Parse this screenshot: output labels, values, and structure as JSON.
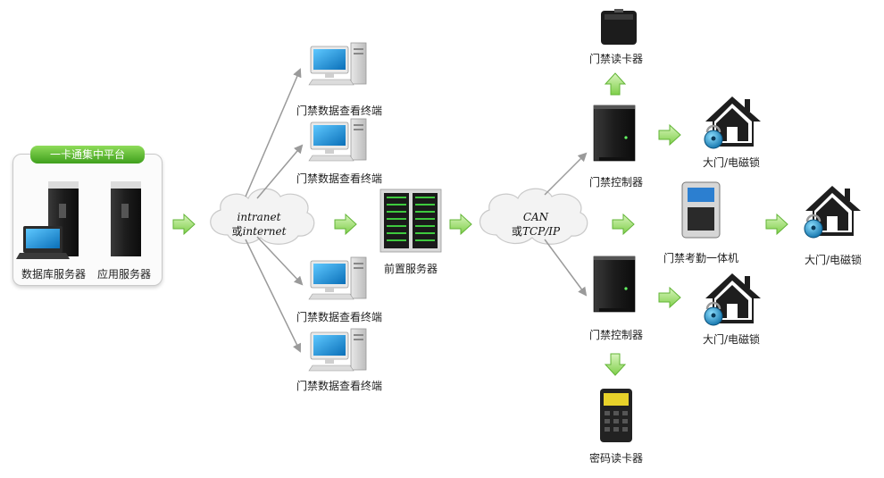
{
  "platform": {
    "title": "一卡通集中平台",
    "db_server": "数据库服务器",
    "app_server": "应用服务器"
  },
  "cloud_internet": {
    "line1": "intranet",
    "line2_prefix": "或",
    "line2_word": "internet"
  },
  "cloud_can": {
    "line1": "CAN",
    "line2_prefix": "或",
    "line2_word": "TCP/IP"
  },
  "terminals": [
    "门禁数据查看终端",
    "门禁数据查看终端",
    "门禁数据查看终端",
    "门禁数据查看终端"
  ],
  "front_server": "前置服务器",
  "card_reader": "门禁读卡器",
  "controller_top": "门禁控制器",
  "controller_bottom": "门禁控制器",
  "attendance": "门禁考勤一体机",
  "password_reader": "密码读卡器",
  "door_top": "大门/电磁锁",
  "door_mid": "大门/电磁锁",
  "door_bottom": "大门/电磁锁",
  "colors": {
    "arrow_green": "#9cd86a",
    "arrow_stroke": "#5aa832",
    "line_gray": "#9a9a9a",
    "device_dark": "#222222",
    "screen_blue": "#1aa0e0"
  }
}
